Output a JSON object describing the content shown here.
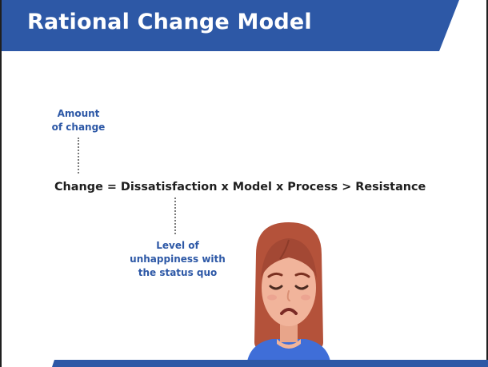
{
  "title": "Rational Change Model",
  "equation": "Change = Dissatisfaction x Model x Process > Resistance",
  "annotations": {
    "amount": [
      "Amount",
      "of change"
    ],
    "level": [
      "Level of",
      "unhappiness with",
      "the status quo"
    ]
  },
  "illustration": "sad-woman-icon",
  "colors": {
    "header": "#2d58a6",
    "accent_text": "#2d58a6",
    "equation_text": "#1e1e1e",
    "hair": "#b4523a",
    "skin": "#f1b49b",
    "shirt": "#3f6ed8"
  }
}
